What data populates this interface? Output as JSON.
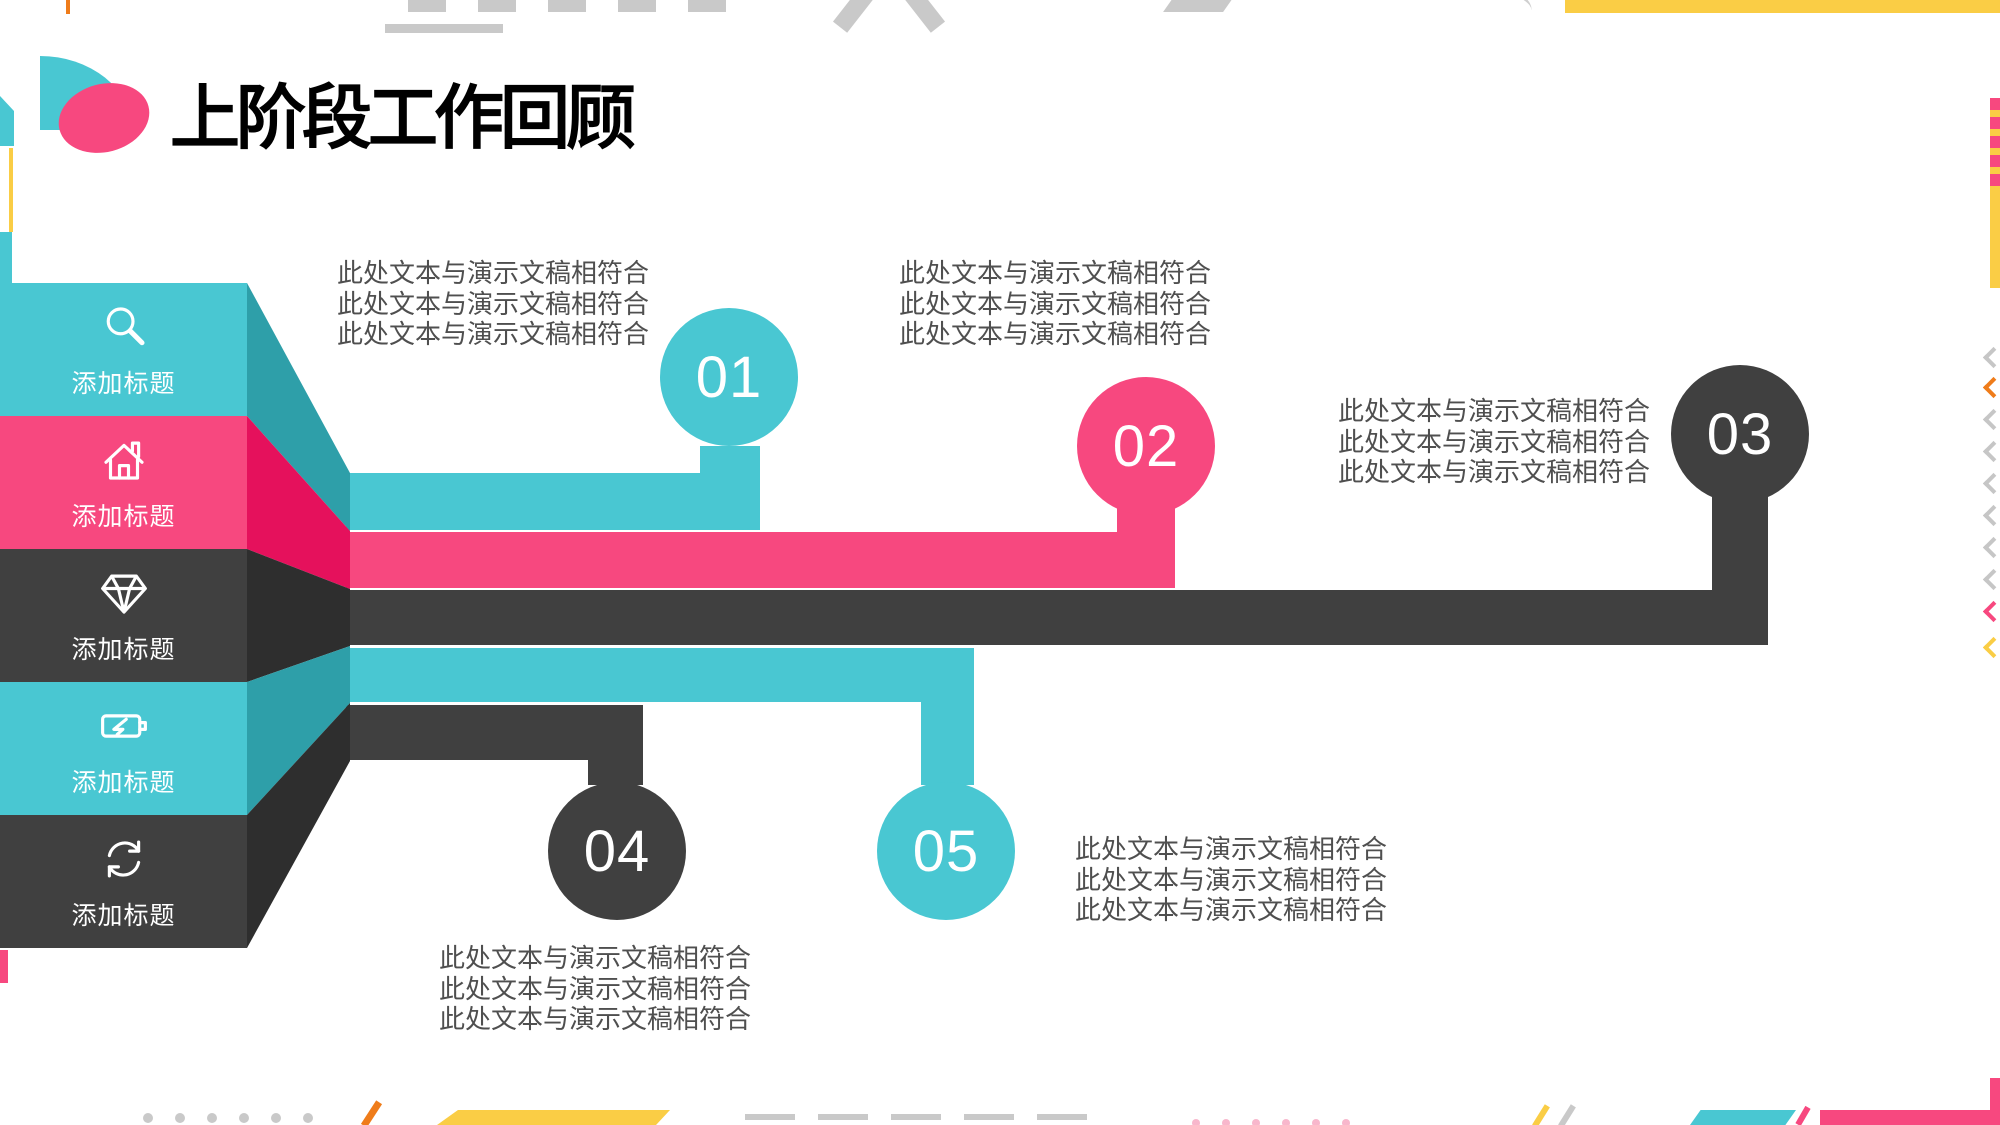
{
  "header": {
    "title": "上阶段工作回顾"
  },
  "sidebar": {
    "items": [
      {
        "icon": "search-icon",
        "label": "添加标题"
      },
      {
        "icon": "home-icon",
        "label": "添加标题"
      },
      {
        "icon": "gem-icon",
        "label": "添加标题"
      },
      {
        "icon": "battery-charging-icon",
        "label": "添加标题"
      },
      {
        "icon": "sync-icon",
        "label": "添加标题"
      }
    ]
  },
  "steps": [
    {
      "number": "01",
      "accent": "#49C7D2",
      "lines": [
        "此处文本与演示文稿相符合",
        "此处文本与演示文稿相符合",
        "此处文本与演示文稿相符合"
      ]
    },
    {
      "number": "02",
      "accent": "#F7487F",
      "lines": [
        "此处文本与演示文稿相符合",
        "此处文本与演示文稿相符合",
        "此处文本与演示文稿相符合"
      ]
    },
    {
      "number": "03",
      "accent": "#404040",
      "lines": [
        "此处文本与演示文稿相符合",
        "此处文本与演示文稿相符合",
        "此处文本与演示文稿相符合"
      ]
    },
    {
      "number": "04",
      "accent": "#404040",
      "lines": [
        "此处文本与演示文稿相符合",
        "此处文本与演示文稿相符合",
        "此处文本与演示文稿相符合"
      ]
    },
    {
      "number": "05",
      "accent": "#49C7D2",
      "lines": [
        "此处文本与演示文稿相符合",
        "此处文本与演示文稿相符合",
        "此处文本与演示文稿相符合"
      ]
    }
  ],
  "colors": {
    "teal": "#49C7D2",
    "teal_side": "#2E9FA9",
    "pink": "#F7487F",
    "pink_side": "#E5115C",
    "dark": "#404040",
    "dark_side": "#2E2E2E",
    "yellow": "#FACD45",
    "orange": "#EF7C1A",
    "decor_gray": "#C9C9C9",
    "body_text": "#4F4F4F",
    "title_text": "#000000"
  }
}
